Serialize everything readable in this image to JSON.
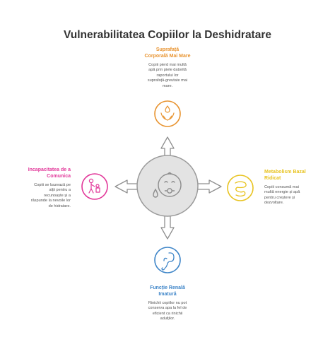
{
  "title": "Vulnerabilitatea Copiilor la Deshidratare",
  "colors": {
    "top": "#E8932F",
    "left": "#E2399A",
    "right": "#E8C320",
    "bottom": "#3E85C8",
    "center_fill": "#E3E3E3",
    "center_stroke": "#9A9A9A"
  },
  "center": {
    "icon": "sweating-baby-icon"
  },
  "items": {
    "top": {
      "title_line1": "Suprafață",
      "title_line2": "Corporală Mai Mare",
      "desc_lines": [
        "Copiii pierd mai multă",
        "apă prin piele datorită",
        "raportului lor",
        "suprafață-greutate mai",
        "mare."
      ],
      "icon": "hands-holding-drop-icon"
    },
    "left": {
      "title_line1": "Incapacitatea de a",
      "title_line2": "Comunica",
      "desc_lines": [
        "Copiii se bazează pe",
        "alții pentru a",
        "recunoaște și a",
        "răspunde la nevoile lor",
        "de hidratare."
      ],
      "icon": "parent-child-icon"
    },
    "right": {
      "title_line1": "Metabolism Bazal",
      "title_line2": "Ridicat",
      "desc_lines": [
        "Copiii consumă mai",
        "multă energie și apă",
        "pentru creștere și",
        "dezvoltare."
      ],
      "icon": "intestines-icon"
    },
    "bottom": {
      "title_line1": "Funcție Renală",
      "title_line2": "Imatură",
      "desc_lines": [
        "Rinichii copiilor nu pot",
        "conserva apa la fel de",
        "eficient ca rinichii",
        "adulților."
      ],
      "icon": "kidney-icon"
    }
  }
}
